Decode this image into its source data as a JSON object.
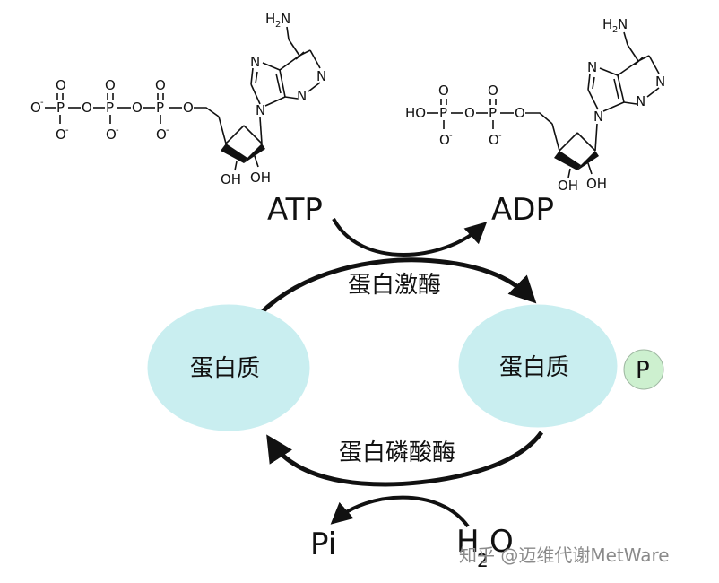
{
  "atp_molecule": {
    "atoms": {
      "O": "O",
      "P": "P",
      "N": "N",
      "H2N": "H",
      "amine_2": "2",
      "amine_N": "N",
      "OH": "OH",
      "minus": "-"
    }
  },
  "adp_molecule": {
    "atoms": {
      "HO": "HO",
      "O": "O",
      "P": "P",
      "N": "N",
      "H": "H",
      "amine_2": "2",
      "amine_N": "N",
      "OH": "OH",
      "minus": "-"
    }
  },
  "labels": {
    "atp": "ATP",
    "adp": "ADP",
    "kinase": "蛋白激酶",
    "phosphatase": "蛋白磷酸酶",
    "protein_left": "蛋白质",
    "protein_right": "蛋白质",
    "phosphate_tag": "P",
    "pi": "Pi",
    "water_h": "H",
    "water_sub": "2",
    "water_o": "O"
  },
  "watermark": "知乎 @迈维代谢MetWare",
  "colors": {
    "protein_fill": "#c9eef0",
    "phosphate_fill": "#cdf0cf",
    "stroke": "#111111",
    "watermark": "#8a8a8a"
  }
}
